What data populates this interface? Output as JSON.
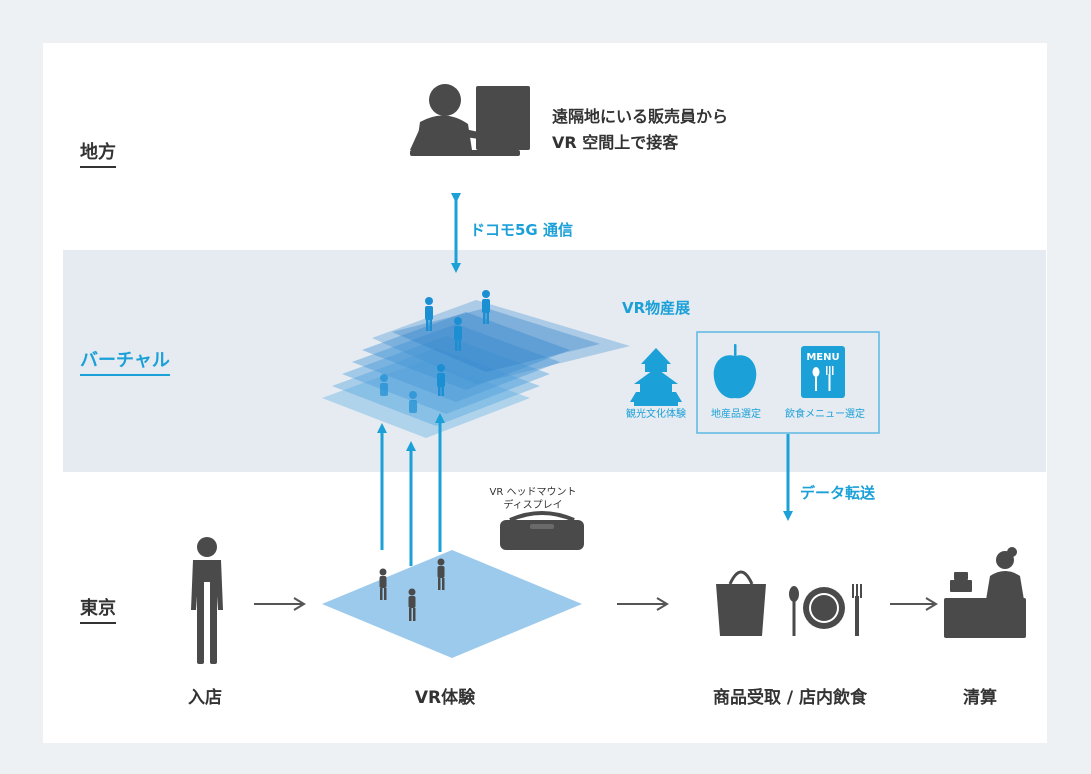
{
  "regions": {
    "rural": "地方",
    "virtual": "バーチャル",
    "tokyo": "東京"
  },
  "remote_staff_caption": {
    "line1": "遠隔地にいる販売員から",
    "line2": "VR 空間上で接客"
  },
  "link_label": "ドコモ5G 通信",
  "vr_expo_title": "VR物産展",
  "expo_items": [
    {
      "label": "観光文化体験",
      "icon": "castle-icon"
    },
    {
      "label": "地産品選定",
      "icon": "apple-icon"
    },
    {
      "label": "飲食メニュー選定",
      "icon": "menu-icon",
      "badge": "MENU"
    }
  ],
  "data_transfer_label": "データ転送",
  "headset_caption": {
    "line1": "VR ヘッドマウント",
    "line2": "ディスプレイ"
  },
  "stages": [
    {
      "label": "入店",
      "icon": "person-icon"
    },
    {
      "label": "VR体験",
      "icon": "vr-floor-icon"
    },
    {
      "label": "商品受取 / 店内飲食",
      "icon": "bag-and-dish-icon"
    },
    {
      "label": "清算",
      "icon": "cashier-icon"
    }
  ],
  "colors": {
    "accent": "#1ba0d8",
    "text": "#333333",
    "band": "#e5ebf1",
    "background": "#eef1f3"
  }
}
